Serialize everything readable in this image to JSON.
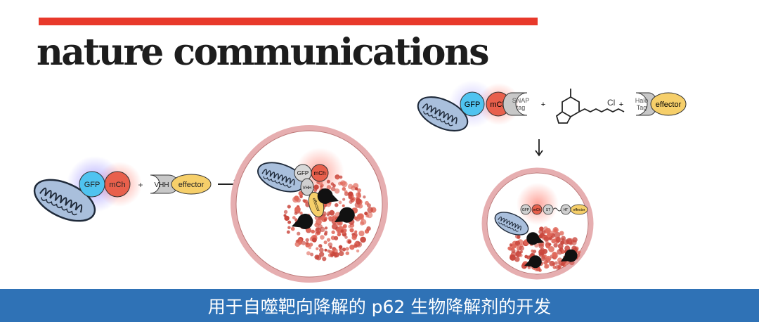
{
  "header": {
    "journal_title": "nature communications",
    "accent_color": "#e8392b"
  },
  "left_scheme": {
    "gfp": "GFP",
    "mch": "mCh",
    "plus": "+",
    "vhh": "VHH",
    "effector": "effector",
    "inside": {
      "gfp": "GFP",
      "mch": "mCh",
      "vhh": "VHH",
      "effector": "effector"
    }
  },
  "right_scheme": {
    "gfp": "GFP",
    "mch": "mCh",
    "snap": "SNAP",
    "snap2": "tag",
    "plus1": "+",
    "chloro": "Cl",
    "plus2": "+",
    "halo": "Halo",
    "halo2": "Tag",
    "effector": "effector",
    "inside": {
      "gfp": "GFP",
      "mch": "mCh",
      "st": "ST",
      "ht": "HT",
      "effector": "effector"
    }
  },
  "colors": {
    "gfp": "#4fc3f0",
    "mch": "#e8604c",
    "effector": "#f6cf6a",
    "tag": "#c8c8c8",
    "mito": "#a9bfdc",
    "lysosome_ring": "#e6aeb0",
    "band": "#2f72b6"
  },
  "footer": {
    "caption": "用于自噬靶向降解的 p62 生物降解剂的开发"
  }
}
